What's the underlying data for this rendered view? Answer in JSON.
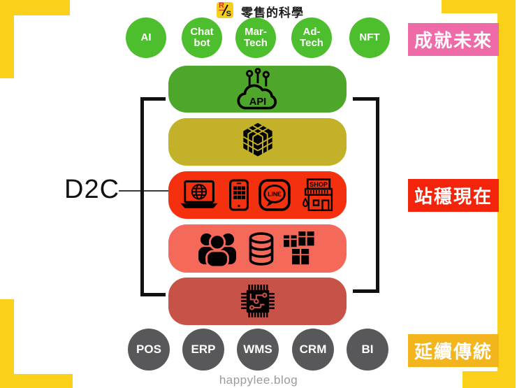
{
  "brand": {
    "logo_r": "R",
    "logo_s": "S",
    "name": "零售的科學"
  },
  "top_circles": [
    {
      "label": "AI"
    },
    {
      "label": "Chat bot"
    },
    {
      "label": "Mar-Tech"
    },
    {
      "label": "Ad-Tech"
    },
    {
      "label": "NFT"
    }
  ],
  "side_labels": {
    "future": "成就未來",
    "present": "站穩現在",
    "tradition": "延續傳統"
  },
  "d2c": {
    "label": "D2C"
  },
  "stack": [
    {
      "name": "api-layer",
      "icon": "api-cloud-icon",
      "color": "#4EA72B",
      "api_label": "API"
    },
    {
      "name": "middleware-layer",
      "icon": "rubiks-cube-icon",
      "color": "#C4B12A"
    },
    {
      "name": "channels-layer",
      "icon": "laptop-globe-icon / smartphone-icon / line-app-icon / shop-icon",
      "color": "#F4300F",
      "line_label": "LINE",
      "shop_label": "SHOP"
    },
    {
      "name": "data-layer",
      "icon": "people-icon / database-icon / parcel-boxes-icon",
      "color": "#F4695A"
    },
    {
      "name": "hardware-layer",
      "icon": "chip-icon",
      "color": "#C75348"
    }
  ],
  "bottom_circles": [
    {
      "label": "POS"
    },
    {
      "label": "ERP"
    },
    {
      "label": "WMS"
    },
    {
      "label": "CRM"
    },
    {
      "label": "BI"
    }
  ],
  "footer": {
    "site": "happylee.blog"
  },
  "colors": {
    "frame_yellow": "#FBD01A",
    "circle_green": "#4DBE2E",
    "bar_api_green": "#4EA72B",
    "bar_cube_olive": "#C4B12A",
    "bar_channel_red": "#F4300F",
    "bar_data_salmon": "#F4695A",
    "bar_chip_brick": "#C75348",
    "legacy_gray": "#58585A",
    "label_pink": "#EE6BA8",
    "label_red": "#F2250C",
    "label_gold": "#F2B51D"
  }
}
